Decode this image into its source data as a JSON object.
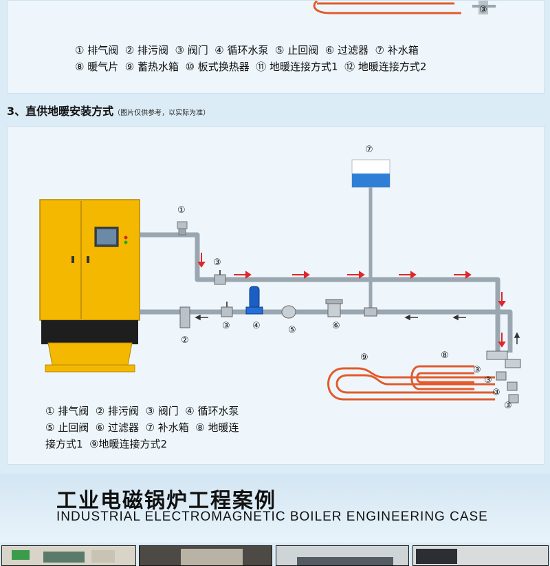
{
  "top_legend": {
    "line1": "① 排气阀  ② 排污阀  ③ 阀门  ④ 循环水泵  ⑤ 止回阀  ⑥ 过滤器  ⑦ 补水箱",
    "line2": "⑧ 暖气片  ⑨ 蓄热水箱  ⑩ 板式换热器  ⑪ 地暖连接方式1  ⑫ 地暖连接方式2"
  },
  "section": {
    "title": "3、直供地暖安装方式",
    "note": "（图片仅供参考，以实际为准）"
  },
  "diagram_labels": {
    "n1": "①",
    "n2": "②",
    "n3a": "③",
    "n3b": "③",
    "n4": "④",
    "n5": "⑤",
    "n6": "⑥",
    "n7": "⑦",
    "n8": "⑧",
    "n9": "⑨",
    "n3c": "③",
    "n3d": "③",
    "n3e": "③",
    "n3f": "③",
    "top3": "③"
  },
  "legend": {
    "line1": "① 排气阀  ② 排污阀  ③ 阀门  ④ 循环水泵",
    "line2": "⑤ 止回阀  ⑥ 过滤器  ⑦ 补水箱  ⑧ 地暖连",
    "line3": "接方式1  ⑨地暖连接方式2"
  },
  "banner": {
    "cn": "工业电磁锅炉工程案例",
    "en": "INDUSTRIAL ELECTROMAGNETIC BOILER ENGINEERING CASE"
  },
  "colors": {
    "boiler": "#f5b800",
    "pipe": "#9aa7b0",
    "floor_pipe": "#e35a2b",
    "arrow": "#e0262a",
    "tank_water": "#2f7fd6"
  }
}
